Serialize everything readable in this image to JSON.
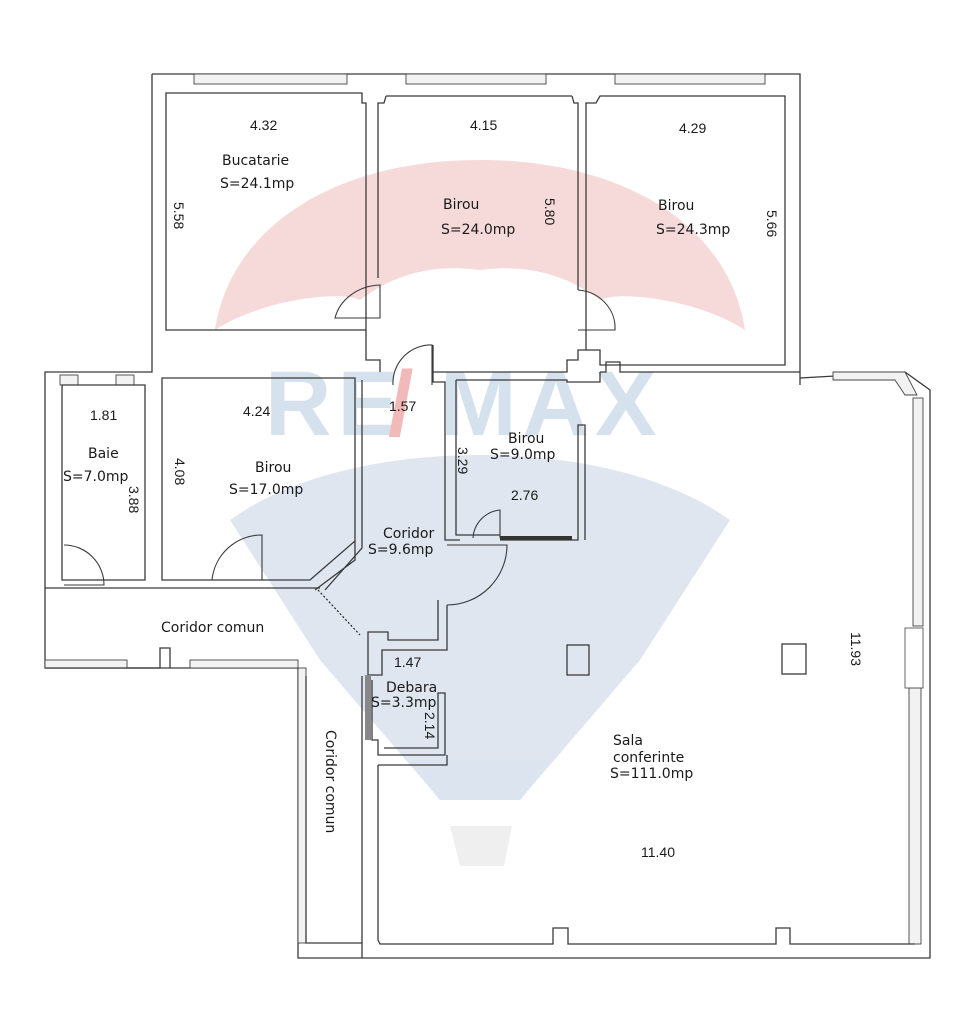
{
  "plan": {
    "title": "Floor plan",
    "watermark": {
      "brand_left": "RE",
      "brand_slash": "/",
      "brand_right": "MAX",
      "colors": {
        "red": "#f0c8c8",
        "blue": "#d8e2ee",
        "slash_red": "#f3b9b9",
        "basket": "#efefef"
      }
    },
    "rooms": [
      {
        "id": "bucatarie",
        "name": "Bucatarie",
        "area": "S=24.1mp",
        "width": "4.32",
        "height": "5.58"
      },
      {
        "id": "birou-1",
        "name": "Birou",
        "area": "S=24.0mp",
        "width": "4.15",
        "height": "5.80"
      },
      {
        "id": "birou-2",
        "name": "Birou",
        "area": "S=24.3mp",
        "width": "4.29",
        "height": "5.66"
      },
      {
        "id": "baie",
        "name": "Baie",
        "area": "S=7.0mp",
        "width": "1.81",
        "height": "3.88"
      },
      {
        "id": "birou-3",
        "name": "Birou",
        "area": "S=17.0mp",
        "width": "4.24",
        "height": "4.08"
      },
      {
        "id": "hall",
        "name": "",
        "area": "",
        "width": "1.57",
        "height": ""
      },
      {
        "id": "birou-4",
        "name": "Birou",
        "area": "S=9.0mp",
        "width": "2.76",
        "height": "3.29"
      },
      {
        "id": "coridor",
        "name": "Coridor",
        "area": "S=9.6mp",
        "width": "",
        "height": ""
      },
      {
        "id": "debara",
        "name": "Debara",
        "area": "S=3.3mp",
        "width": "1.47",
        "height": "2.14"
      },
      {
        "id": "sala",
        "name_line1": "Sala",
        "name_line2": "conferinte",
        "area": "S=111.0mp",
        "width": "11.40",
        "height": "11.93"
      }
    ],
    "common": {
      "horizontal": "Coridor  comun",
      "vertical": "Coridor  comun"
    }
  }
}
